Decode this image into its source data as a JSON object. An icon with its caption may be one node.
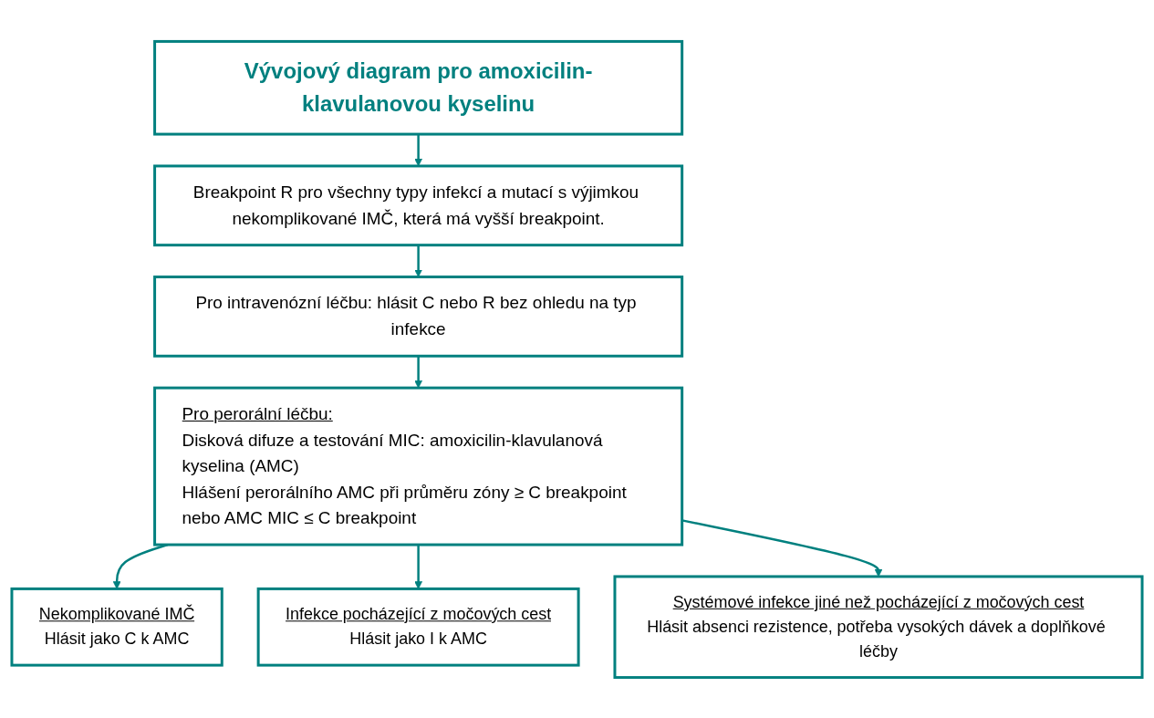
{
  "diagram": {
    "nodes": [
      {
        "text": [
          "Vývojový diagram pro amoxicilin-klavulanovou kyselinu"
        ]
      },
      {
        "text": [
          "Breakpoint R pro všechny typy infekcí a mutací s výjimkou nekomplikované IMČ, která má vyšší breakpoint."
        ]
      },
      {
        "text": [
          "Pro intravenózní léčbu: hlásit C nebo R bez ohledu na typ infekce"
        ]
      },
      {
        "text": [
          "Pro perorální léčbu:",
          "Disková difuze a testování MIC: amoxicilin-klavulanová kyselina (AMC)",
          "Hlášení perorálního AMC při průměru zóny ≥ C breakpoint nebo AMC MIC ≤ C breakpoint"
        ]
      },
      {
        "text": [
          "Nekomplikované IMČ",
          "Hlásit jako C k AMC"
        ]
      },
      {
        "text": [
          "Infekce pocházející z močových cest",
          "Hlásit jako I k AMC"
        ]
      },
      {
        "text": [
          "Systémové infekce jiné než pocházející z močových cest",
          "Hlásit absenci rezistence, potřeba vysokých dávek a doplňkové léčby"
        ]
      }
    ],
    "edges": [
      {
        "from": 0,
        "to": 1,
        "arrow": "to"
      },
      {
        "from": 1,
        "to": 2,
        "arrow": "to"
      },
      {
        "from": 2,
        "to": 3,
        "arrow": "to"
      },
      {
        "from": 3,
        "to": 4,
        "arrow": "to"
      },
      {
        "from": 3,
        "to": 5,
        "arrow": "to"
      },
      {
        "from": 3,
        "to": 6,
        "arrow": "to"
      }
    ]
  }
}
